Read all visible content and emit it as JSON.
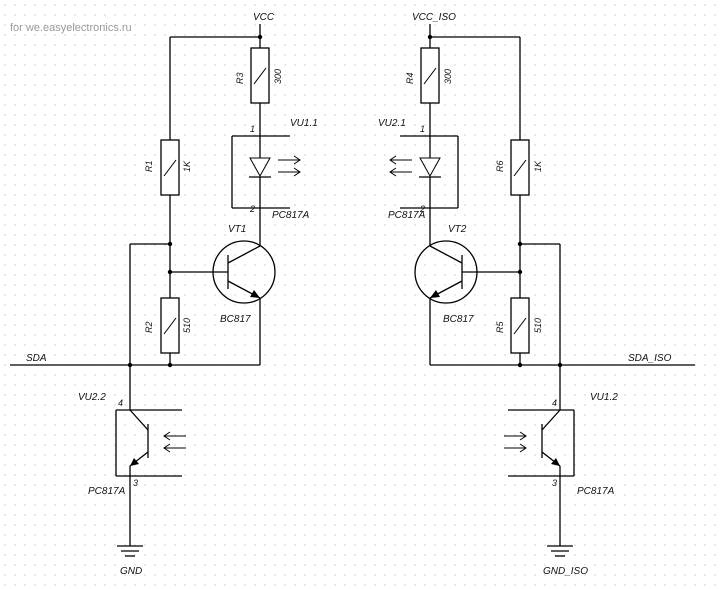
{
  "watermark": "for we.easyelectronics.ru",
  "nets": {
    "vcc": "VCC",
    "vcc_iso": "VCC_ISO",
    "sda": "SDA",
    "sda_iso": "SDA_ISO",
    "gnd": "GND",
    "gnd_iso": "GND_ISO"
  },
  "resistors": {
    "r1": {
      "ref": "R1",
      "value": "1K"
    },
    "r2": {
      "ref": "R2",
      "value": "510"
    },
    "r3": {
      "ref": "R3",
      "value": "300"
    },
    "r4": {
      "ref": "R4",
      "value": "300"
    },
    "r5": {
      "ref": "R5",
      "value": "510"
    },
    "r6": {
      "ref": "R6",
      "value": "1K"
    }
  },
  "transistors": {
    "vt1": {
      "ref": "VT1",
      "part": "BC817"
    },
    "vt2": {
      "ref": "VT2",
      "part": "BC817"
    }
  },
  "optocouplers": {
    "vu11": {
      "ref": "VU1.1",
      "part": "PC817A",
      "pin_a": "1",
      "pin_b": "2"
    },
    "vu21": {
      "ref": "VU2.1",
      "part": "PC817A",
      "pin_a": "1",
      "pin_b": "2"
    },
    "vu22": {
      "ref": "VU2.2",
      "part": "PC817A",
      "pin_a": "4",
      "pin_b": "3"
    },
    "vu12": {
      "ref": "VU1.2",
      "part": "PC817A",
      "pin_a": "4",
      "pin_b": "3"
    }
  }
}
